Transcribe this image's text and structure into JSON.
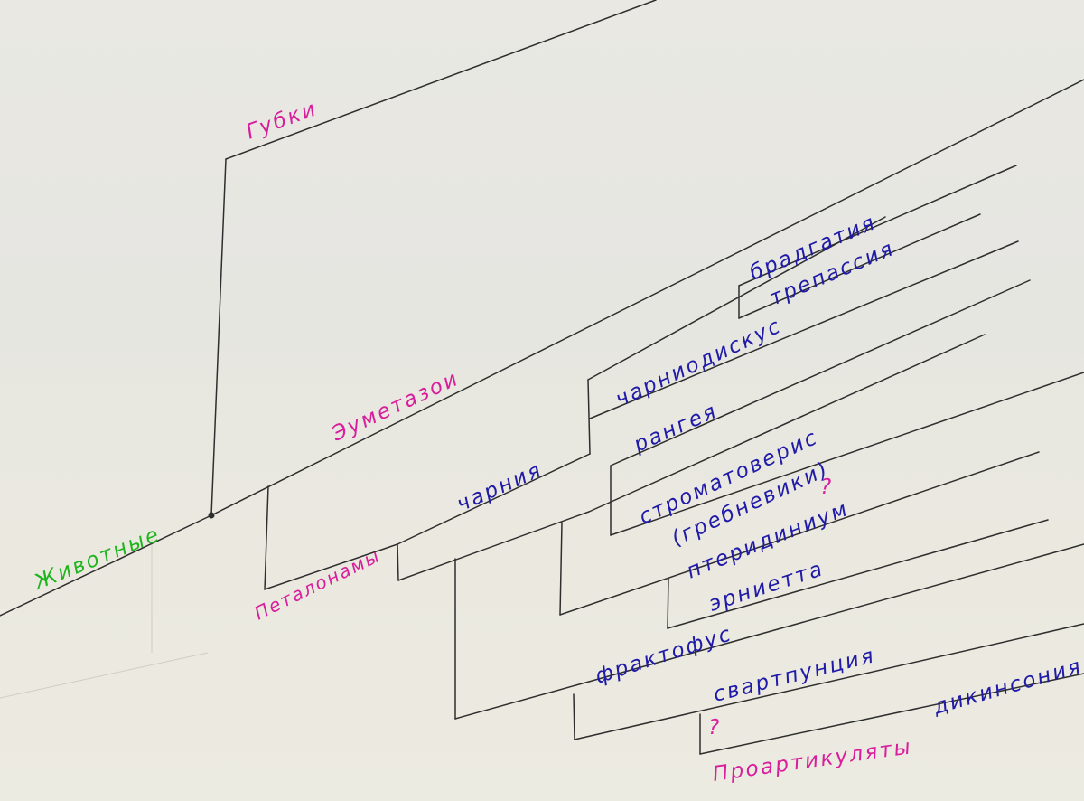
{
  "labels": {
    "animals": "Животные",
    "sponges": "Губки",
    "eumetazoa": "Эуметазои",
    "petalonamae": "Петалонамы",
    "charnia": "чарния",
    "charniodiscus": "чарниодискус",
    "bradgatia": "брадгатия",
    "trepassia": "трепассия",
    "rangea": "рангея",
    "stromatoveris": "строматоверис",
    "ctenophores": "(гребневики)",
    "ctenophores_q": "?",
    "pteridinium": "птеридиниум",
    "ernietta": "эрниетта",
    "fractofusus": "фрактофус",
    "swartpuntia": "свартпунция",
    "dickinsonia": "дикинсония",
    "proarticulata_q": "?",
    "proarticulata": "Проартикуляты"
  },
  "colors": {
    "green": "#1fb51f",
    "magenta": "#d81e9c",
    "blue": "#1f1aa8",
    "line": "#2e2e2e"
  }
}
